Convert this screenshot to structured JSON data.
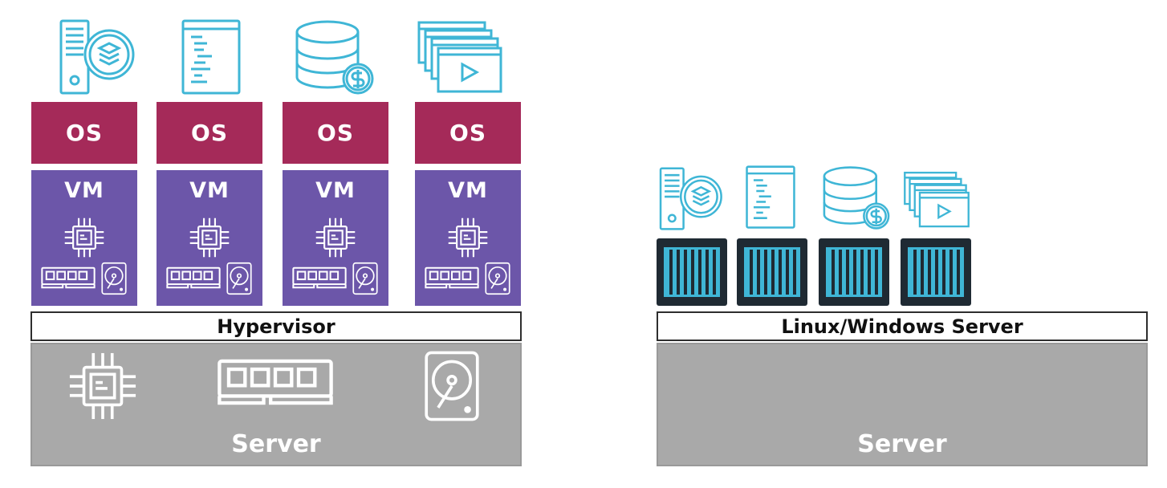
{
  "vm_stack": {
    "apps": [
      {
        "icon": "database-server-icon"
      },
      {
        "icon": "code-document-icon"
      },
      {
        "icon": "database-billing-icon"
      },
      {
        "icon": "video-windows-icon"
      }
    ],
    "os_label": "OS",
    "vm_label": "VM",
    "hypervisor_label": "Hypervisor",
    "server_label": "Server"
  },
  "container_stack": {
    "apps": [
      {
        "icon": "database-server-icon"
      },
      {
        "icon": "code-document-icon"
      },
      {
        "icon": "database-billing-icon"
      },
      {
        "icon": "video-windows-icon"
      }
    ],
    "host_os_label": "Linux/Windows Server",
    "server_label": "Server"
  },
  "colors": {
    "os": "#a52a59",
    "vm": "#6c56a9",
    "server": "#a9a9a9",
    "icon_blue": "#3fb6d6",
    "container_dark": "#1f2a33"
  }
}
